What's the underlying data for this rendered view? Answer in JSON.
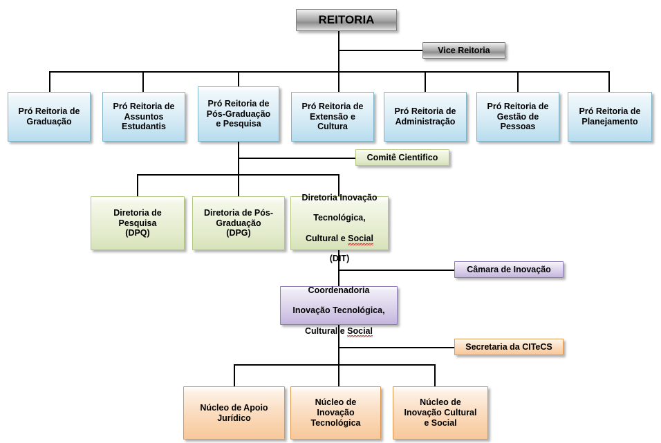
{
  "chart_data": {
    "type": "diagram",
    "title": "Organograma Institucional - Reitoria",
    "diagram_kind": "org-chart",
    "levels": 6
  },
  "palette": {
    "gray": "#a8a8a8",
    "blue": "#cbe6f3",
    "green": "#e1eac9",
    "purple": "#d3c8e6",
    "orange": "#f9d3ae",
    "line": "#000000",
    "text": "#000000",
    "background": "#ffffff"
  },
  "nodes": {
    "reitoria": {
      "label": "REITORIA"
    },
    "vice_reitoria": {
      "label": "Vice Reitoria"
    },
    "pro_graduacao": {
      "label": "Pró Reitoria de\nGraduação"
    },
    "pro_assuntos": {
      "label": "Pró Reitoria de\nAssuntos\nEstudantis"
    },
    "pro_pos": {
      "label": "Pró Reitoria de\nPós-Graduação\ne Pesquisa"
    },
    "pro_extensao": {
      "label": "Pró Reitoria de\nExtensão e\nCultura"
    },
    "pro_administracao": {
      "label": "Pró Reitoria de\nAdministração"
    },
    "pro_gestao": {
      "label": "Pró Reitoria de\nGestão de\nPessoas"
    },
    "pro_planejamento": {
      "label": "Pró Reitoria de\nPlanejamento"
    },
    "comite_cientifico": {
      "label": "Comitê Cientifico"
    },
    "dpq": {
      "label": "Diretoria de\nPesquisa\n(DPQ)"
    },
    "dpg": {
      "label": "Diretoria de Pós-\nGraduação\n(DPG)"
    },
    "dit": {
      "line1": "Diretoria Inovação",
      "line2": "Tecnológica,",
      "line3_pre": "Cultural e ",
      "line3_misspelled": "Social",
      "line4": "(DIT)"
    },
    "camara_inovacao": {
      "label": "Câmara de Inovação"
    },
    "coordenadoria": {
      "line1": "Coordenadoria",
      "line2": "Inovação Tecnológica,",
      "line3_pre": "Cultural e ",
      "line3_misspelled": "Social"
    },
    "secretaria_citecs": {
      "label": "Secretaria da CITeCS"
    },
    "nucleo_juridico": {
      "label": "Núcleo de Apoio\nJurídico"
    },
    "nucleo_tecnologica": {
      "label": "Núcleo de\nInovação\nTecnológica"
    },
    "nucleo_cultural": {
      "label": "Núcleo de\nInovação Cultural\ne Social"
    }
  }
}
